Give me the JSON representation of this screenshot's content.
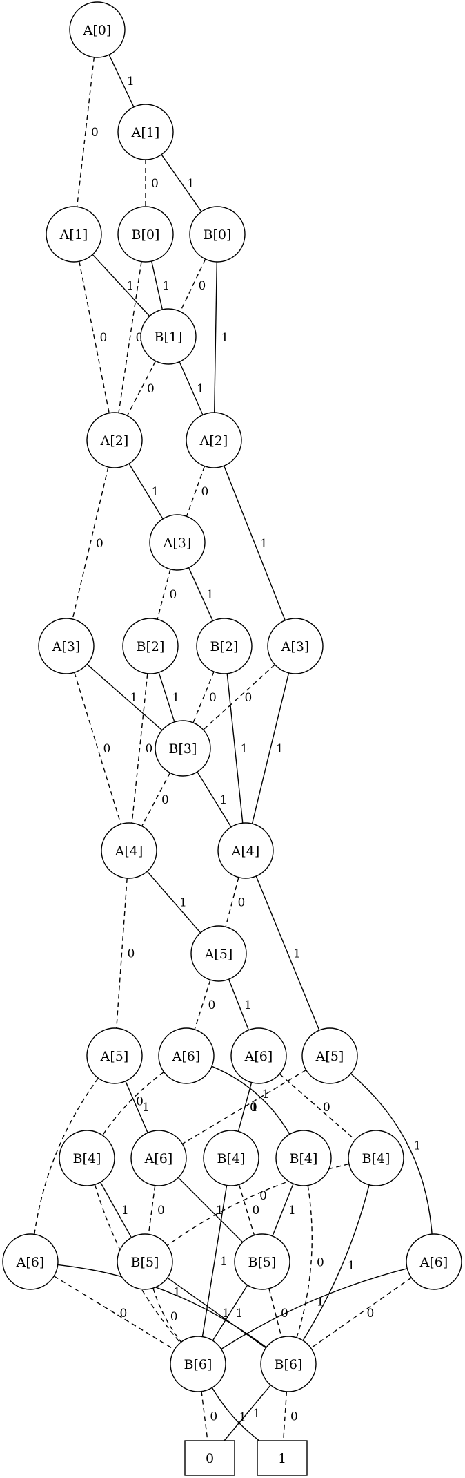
{
  "diagram": {
    "nodes": [
      {
        "id": "n1",
        "label": "A[0]",
        "shape": "circle"
      },
      {
        "id": "n2",
        "label": "A[1]",
        "shape": "circle"
      },
      {
        "id": "n3",
        "label": "A[1]",
        "shape": "circle"
      },
      {
        "id": "n4",
        "label": "B[0]",
        "shape": "circle"
      },
      {
        "id": "n5",
        "label": "B[0]",
        "shape": "circle"
      },
      {
        "id": "n6",
        "label": "B[1]",
        "shape": "circle"
      },
      {
        "id": "n7",
        "label": "A[2]",
        "shape": "circle"
      },
      {
        "id": "n8",
        "label": "A[2]",
        "shape": "circle"
      },
      {
        "id": "n9",
        "label": "A[3]",
        "shape": "circle"
      },
      {
        "id": "n10",
        "label": "A[3]",
        "shape": "circle"
      },
      {
        "id": "n11",
        "label": "B[2]",
        "shape": "circle"
      },
      {
        "id": "n12",
        "label": "B[2]",
        "shape": "circle"
      },
      {
        "id": "n13",
        "label": "A[3]",
        "shape": "circle"
      },
      {
        "id": "n14",
        "label": "B[3]",
        "shape": "circle"
      },
      {
        "id": "n15",
        "label": "A[4]",
        "shape": "circle"
      },
      {
        "id": "n16",
        "label": "A[4]",
        "shape": "circle"
      },
      {
        "id": "n17",
        "label": "A[5]",
        "shape": "circle"
      },
      {
        "id": "n18",
        "label": "A[5]",
        "shape": "circle"
      },
      {
        "id": "n19",
        "label": "A[6]",
        "shape": "circle"
      },
      {
        "id": "n20",
        "label": "A[6]",
        "shape": "circle"
      },
      {
        "id": "n21",
        "label": "A[5]",
        "shape": "circle"
      },
      {
        "id": "n22",
        "label": "B[4]",
        "shape": "circle"
      },
      {
        "id": "n23",
        "label": "A[6]",
        "shape": "circle"
      },
      {
        "id": "n24",
        "label": "B[4]",
        "shape": "circle"
      },
      {
        "id": "n25",
        "label": "B[4]",
        "shape": "circle"
      },
      {
        "id": "n26",
        "label": "B[4]",
        "shape": "circle"
      },
      {
        "id": "n27",
        "label": "A[6]",
        "shape": "circle"
      },
      {
        "id": "n28",
        "label": "B[5]",
        "shape": "circle"
      },
      {
        "id": "n29",
        "label": "B[5]",
        "shape": "circle"
      },
      {
        "id": "n30",
        "label": "A[6]",
        "shape": "circle"
      },
      {
        "id": "n31",
        "label": "B[6]",
        "shape": "circle"
      },
      {
        "id": "n32",
        "label": "B[6]",
        "shape": "circle"
      },
      {
        "id": "n33",
        "label": "0",
        "shape": "box"
      },
      {
        "id": "n34",
        "label": "1",
        "shape": "box"
      }
    ],
    "edges": [
      {
        "from": "n1",
        "to": "n2",
        "label": "1",
        "style": "solid"
      },
      {
        "from": "n1",
        "to": "n3",
        "label": "0",
        "style": "dashed"
      },
      {
        "from": "n2",
        "to": "n4",
        "label": "0",
        "style": "dashed"
      },
      {
        "from": "n2",
        "to": "n5",
        "label": "1",
        "style": "solid"
      },
      {
        "from": "n3",
        "to": "n6",
        "label": "1",
        "style": "solid"
      },
      {
        "from": "n3",
        "to": "n7",
        "label": "0",
        "style": "dashed"
      },
      {
        "from": "n4",
        "to": "n6",
        "label": "1",
        "style": "solid"
      },
      {
        "from": "n4",
        "to": "n7",
        "label": "0",
        "style": "dashed"
      },
      {
        "from": "n5",
        "to": "n6",
        "label": "0",
        "style": "dashed"
      },
      {
        "from": "n5",
        "to": "n8",
        "label": "1",
        "style": "solid"
      },
      {
        "from": "n6",
        "to": "n7",
        "label": "0",
        "style": "dashed"
      },
      {
        "from": "n6",
        "to": "n8",
        "label": "1",
        "style": "solid"
      },
      {
        "from": "n7",
        "to": "n9",
        "label": "1",
        "style": "solid"
      },
      {
        "from": "n7",
        "to": "n10",
        "label": "0",
        "style": "dashed"
      },
      {
        "from": "n8",
        "to": "n9",
        "label": "0",
        "style": "dashed"
      },
      {
        "from": "n8",
        "to": "n13",
        "label": "1",
        "style": "solid"
      },
      {
        "from": "n9",
        "to": "n11",
        "label": "0",
        "style": "dashed"
      },
      {
        "from": "n9",
        "to": "n12",
        "label": "1",
        "style": "solid"
      },
      {
        "from": "n10",
        "to": "n14",
        "label": "1",
        "style": "solid"
      },
      {
        "from": "n10",
        "to": "n15",
        "label": "0",
        "style": "dashed"
      },
      {
        "from": "n11",
        "to": "n14",
        "label": "1",
        "style": "solid"
      },
      {
        "from": "n11",
        "to": "n15",
        "label": "0",
        "style": "dashed"
      },
      {
        "from": "n12",
        "to": "n14",
        "label": "0",
        "style": "dashed"
      },
      {
        "from": "n12",
        "to": "n16",
        "label": "1",
        "style": "solid"
      },
      {
        "from": "n13",
        "to": "n14",
        "label": "0",
        "style": "dashed"
      },
      {
        "from": "n13",
        "to": "n16",
        "label": "1",
        "style": "solid"
      },
      {
        "from": "n14",
        "to": "n15",
        "label": "0",
        "style": "dashed"
      },
      {
        "from": "n14",
        "to": "n16",
        "label": "1",
        "style": "solid"
      },
      {
        "from": "n15",
        "to": "n17",
        "label": "1",
        "style": "solid"
      },
      {
        "from": "n15",
        "to": "n18",
        "label": "0",
        "style": "dashed"
      },
      {
        "from": "n16",
        "to": "n17",
        "label": "0",
        "style": "dashed"
      },
      {
        "from": "n16",
        "to": "n21",
        "label": "1",
        "style": "solid"
      },
      {
        "from": "n17",
        "to": "n19",
        "label": "0",
        "style": "dashed"
      },
      {
        "from": "n17",
        "to": "n20",
        "label": "1",
        "style": "solid"
      },
      {
        "from": "n18",
        "to": "n23",
        "label": "1",
        "style": "solid"
      },
      {
        "from": "n18",
        "to": "n27",
        "label": "0",
        "style": "dashed"
      },
      {
        "from": "n19",
        "to": "n22",
        "label": "0",
        "style": "dashed"
      },
      {
        "from": "n19",
        "to": "n25",
        "label": "1",
        "style": "solid"
      },
      {
        "from": "n20",
        "to": "n24",
        "label": "1",
        "style": "solid"
      },
      {
        "from": "n20",
        "to": "n26",
        "label": "0",
        "style": "dashed"
      },
      {
        "from": "n21",
        "to": "n23",
        "label": "0",
        "style": "dashed"
      },
      {
        "from": "n21",
        "to": "n30",
        "label": "1",
        "style": "solid"
      },
      {
        "from": "n22",
        "to": "n28",
        "label": "1",
        "style": "solid"
      },
      {
        "from": "n22",
        "to": "n31",
        "label": "0",
        "style": "dashed"
      },
      {
        "from": "n23",
        "to": "n28",
        "label": "0",
        "style": "dashed"
      },
      {
        "from": "n23",
        "to": "n29",
        "label": "1",
        "style": "solid"
      },
      {
        "from": "n24",
        "to": "n29",
        "label": "0",
        "style": "dashed"
      },
      {
        "from": "n24",
        "to": "n31",
        "label": "1",
        "style": "solid"
      },
      {
        "from": "n25",
        "to": "n29",
        "label": "1",
        "style": "solid"
      },
      {
        "from": "n25",
        "to": "n32",
        "label": "0",
        "style": "dashed"
      },
      {
        "from": "n26",
        "to": "n28",
        "label": "0",
        "style": "dashed"
      },
      {
        "from": "n26",
        "to": "n32",
        "label": "1",
        "style": "solid"
      },
      {
        "from": "n27",
        "to": "n31",
        "label": "0",
        "style": "dashed"
      },
      {
        "from": "n27",
        "to": "n32",
        "label": "1",
        "style": "solid"
      },
      {
        "from": "n28",
        "to": "n31",
        "label": "0",
        "style": "dashed"
      },
      {
        "from": "n28",
        "to": "n32",
        "label": "1",
        "style": "solid"
      },
      {
        "from": "n29",
        "to": "n31",
        "label": "1",
        "style": "solid"
      },
      {
        "from": "n29",
        "to": "n32",
        "label": "0",
        "style": "dashed"
      },
      {
        "from": "n30",
        "to": "n31",
        "label": "1",
        "style": "solid"
      },
      {
        "from": "n30",
        "to": "n32",
        "label": "0",
        "style": "dashed"
      },
      {
        "from": "n31",
        "to": "n33",
        "label": "0",
        "style": "dashed"
      },
      {
        "from": "n31",
        "to": "n34",
        "label": "1",
        "style": "solid"
      },
      {
        "from": "n32",
        "to": "n33",
        "label": "1",
        "style": "solid"
      },
      {
        "from": "n32",
        "to": "n34",
        "label": "0",
        "style": "dashed"
      }
    ]
  }
}
